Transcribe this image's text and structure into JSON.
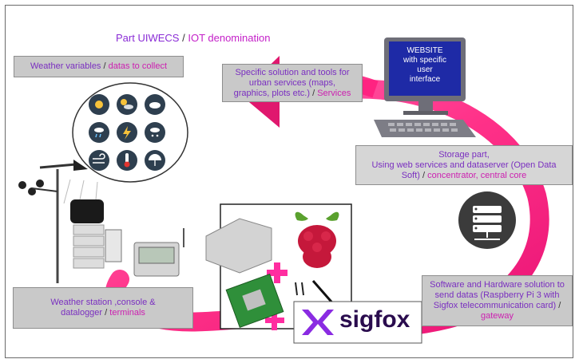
{
  "title": {
    "part": "Part UIWECS",
    "sep": "/",
    "iot": "IOT denomination"
  },
  "weather_variables": {
    "a": "Weather variables",
    "sep": "/",
    "b": "datas to collect"
  },
  "services": {
    "line1": "Specific solution and tools for",
    "line2": "urban services (maps,",
    "line3": "graphics, plots etc.)",
    "sep": "/",
    "b": "Services"
  },
  "website": {
    "line1": "WEBSITE",
    "line2": "with specific",
    "line3": "user",
    "line4": "interface"
  },
  "storage": {
    "line1": "Storage part,",
    "line2": "Using web services and dataserver (Open Data",
    "line3": "Soft)",
    "sep": "/",
    "b1": "concentrator,",
    "b2": "central core"
  },
  "terminals": {
    "line1": "Weather station ,console &",
    "line2": "datalogger",
    "sep": "/",
    "b": "terminals"
  },
  "gateway": {
    "line1": "Software and Hardware solution to",
    "line2": "send  datas (Raspberry Pi 3 with",
    "line3": "Sigfox telecommunication card)",
    "sep": "/",
    "b": "gateway"
  },
  "sigfox": {
    "label": "sigfox"
  },
  "icons": [
    "sun-icon",
    "cloud-sun-icon",
    "cloud-icon",
    "rain-icon",
    "storm-icon",
    "snow-icon",
    "wind-icon",
    "thermometer-icon",
    "umbrella-icon"
  ],
  "colors": {
    "arrow": "#ff1f7e",
    "purple_text": "#7a2fc0",
    "magenta_text": "#cc1fb0",
    "box_bg": "#c9c9c9",
    "server": "#3b3b3b",
    "monitor": "#1e2aa6"
  }
}
